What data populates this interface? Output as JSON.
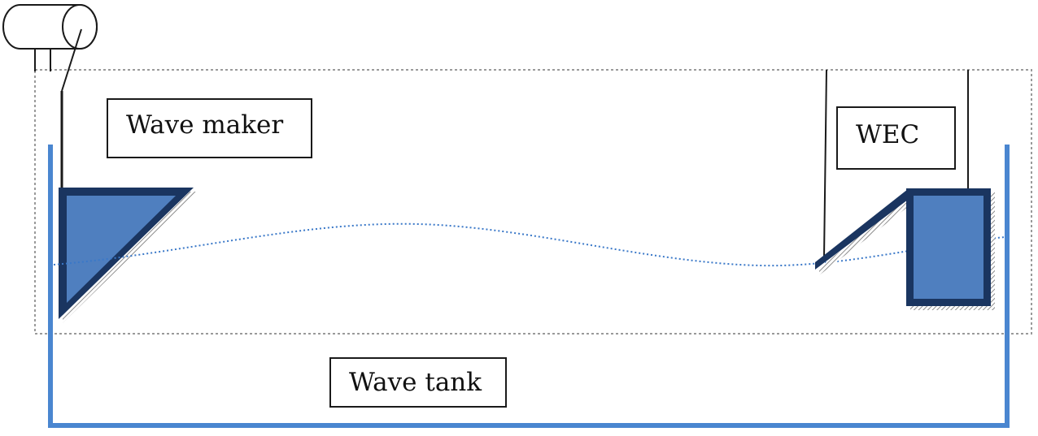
{
  "labels": {
    "wave_maker": "Wave maker",
    "wec": "WEC",
    "wave_tank": "Wave tank"
  },
  "colors": {
    "tank_wall": "#4a86d0",
    "device_fill": "#4f7fbf",
    "device_border": "#1a3560",
    "water_line": "#3a78c8",
    "dashed_frame": "#9a9a9a",
    "outline": "#1a1a1a"
  },
  "icons": {
    "motor": "cylinder-motor-icon"
  }
}
